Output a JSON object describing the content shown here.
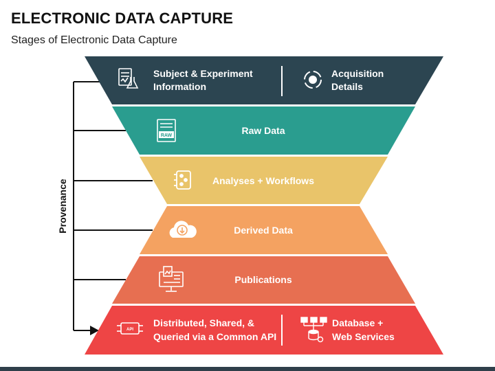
{
  "title": "ELECTRONIC DATA CAPTURE",
  "subtitle": "Stages of Electronic Data Capture",
  "side_label": "Provenance",
  "colors": {
    "navy": "#2c4551",
    "teal": "#2a9d8f",
    "yellow": "#e9c46a",
    "orange": "#f4a261",
    "terracotta": "#e76f51",
    "red": "#ee4545"
  },
  "stages": [
    {
      "left_text": [
        "Subject & Experiment",
        "Information"
      ],
      "left_icon": "lab-report-icon",
      "right_text": [
        "Acquisition",
        "Details"
      ],
      "right_icon": "acquisition-cycle-icon"
    },
    {
      "text": "Raw Data",
      "icon": "raw-file-icon"
    },
    {
      "text": "Analyses + Workflows",
      "icon": "workflow-icon"
    },
    {
      "text": "Derived Data",
      "icon": "cloud-download-icon"
    },
    {
      "text": "Publications",
      "icon": "monitor-publication-icon"
    },
    {
      "left_text": [
        "Distributed, Shared, &",
        "Queried via a Common API"
      ],
      "left_icon": "api-icon",
      "right_text": [
        "Database +",
        "Web Services"
      ],
      "right_icon": "database-network-icon"
    }
  ]
}
